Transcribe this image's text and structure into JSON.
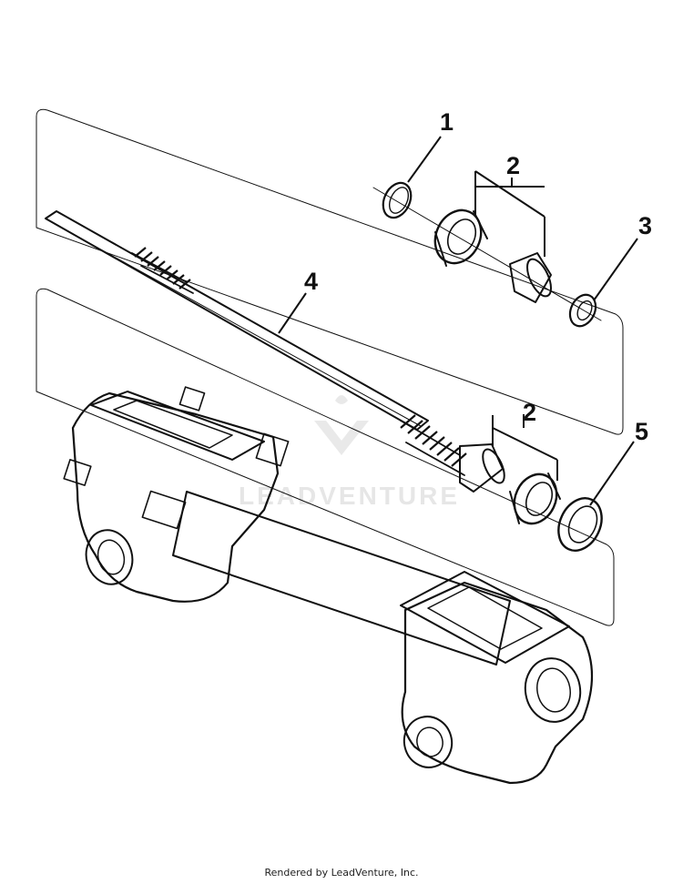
{
  "callouts": [
    {
      "id": "1",
      "text": "1"
    },
    {
      "id": "2a",
      "text": "2"
    },
    {
      "id": "3",
      "text": "3"
    },
    {
      "id": "4",
      "text": "4"
    },
    {
      "id": "2b",
      "text": "2"
    },
    {
      "id": "5",
      "text": "5"
    }
  ],
  "watermark": {
    "text": "LEADVENTURE"
  },
  "footer": {
    "text": "Rendered by LeadVenture, Inc."
  },
  "colors": {
    "ink": "#111111",
    "watermark": "#d6d6d6",
    "background": "#ffffff"
  }
}
